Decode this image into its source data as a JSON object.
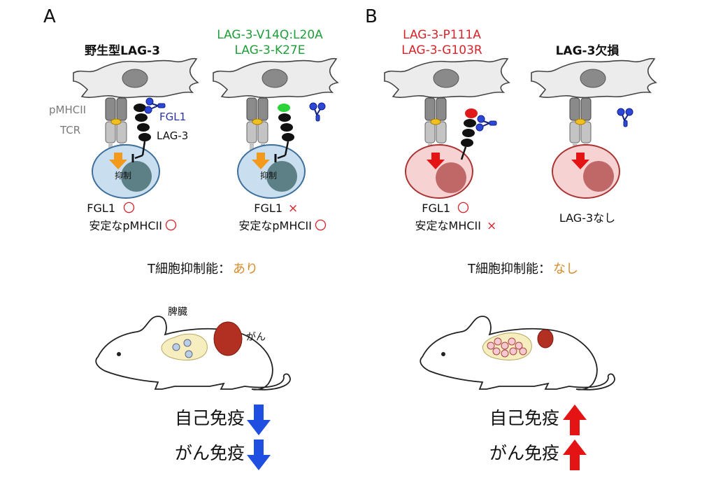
{
  "panel_a": {
    "letter": "A",
    "wild_type": {
      "title": "野生型LAG-3",
      "label_pmhcii": "pMHCII",
      "label_tcr": "TCR",
      "label_fgl1": "FGL1",
      "label_lag3": "LAG-3",
      "inhibition": "抑制",
      "result_fgl1": "FGL1",
      "result_stable": "安定なpMHCII"
    },
    "mutant": {
      "title_line1": "LAG-3-V14Q:L20A",
      "title_line2": "LAG-3-K27E",
      "inhibition": "抑制",
      "result_fgl1": "FGL1",
      "result_stable": "安定なpMHCII"
    },
    "summary_label": "T細胞抑制能：",
    "summary_value": "あり",
    "mouse_spleen": "脾臓",
    "mouse_tumor": "がん",
    "autoimmunity": "自己免疫",
    "tumor_immunity": "がん免疫"
  },
  "panel_b": {
    "letter": "B",
    "mutant": {
      "title_line1": "LAG-3-P111A",
      "title_line2": "LAG-3-G103R",
      "result_fgl1": "FGL1",
      "result_stable": "安定なMHCII"
    },
    "knockout": {
      "title": "LAG-3欠損",
      "result": "LAG-3なし"
    },
    "summary_label": "T細胞抑制能：",
    "summary_value": "なし",
    "autoimmunity": "自己免疫",
    "tumor_immunity": "がん免疫"
  },
  "symbols": {
    "yes": "〇",
    "no": "×"
  },
  "colors": {
    "green": "#1f9e3a",
    "red": "#d9232a",
    "blue_label": "#2a34a8",
    "orange_value": "#d98a2b",
    "down_arrow": "#1f4fe0",
    "up_arrow": "#e51414"
  }
}
